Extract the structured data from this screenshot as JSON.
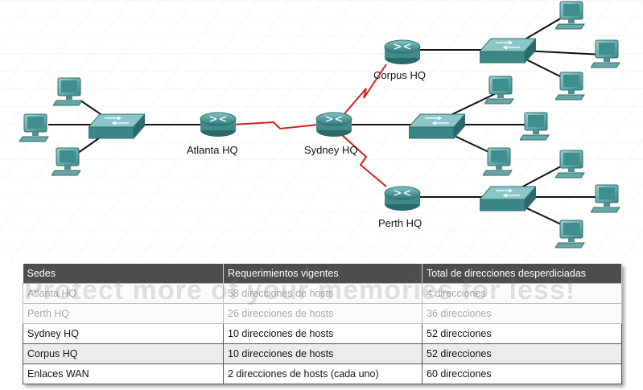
{
  "nodes": {
    "atlanta": "Atlanta HQ",
    "sydney": "Sydney HQ",
    "corpus": "Corpus HQ",
    "perth": "Perth HQ"
  },
  "table": {
    "headers": [
      "Sedes",
      "Requerimientos vigentes",
      "Total de direcciones desperdiciadas"
    ],
    "rows": [
      {
        "site": "Atlanta HQ",
        "req": "58 direcciones de hosts",
        "wasted": "4 direcciones"
      },
      {
        "site": "Perth HQ",
        "req": "26 direcciones de hosts",
        "wasted": "36 direcciones"
      },
      {
        "site": "Sydney HQ",
        "req": "10 direcciones de hosts",
        "wasted": "52 direcciones"
      },
      {
        "site": "Corpus HQ",
        "req": "10 direcciones de hosts",
        "wasted": "52 direcciones"
      },
      {
        "site": "Enlaces WAN",
        "req": "2 direcciones de hosts (cada uno)",
        "wasted": "60 direcciones"
      }
    ]
  },
  "watermark": "Protect more of your memories for less!",
  "colors": {
    "wan_link": "#d42020",
    "router": "#2f8a8a",
    "header_bg": "#4d4d4d"
  }
}
